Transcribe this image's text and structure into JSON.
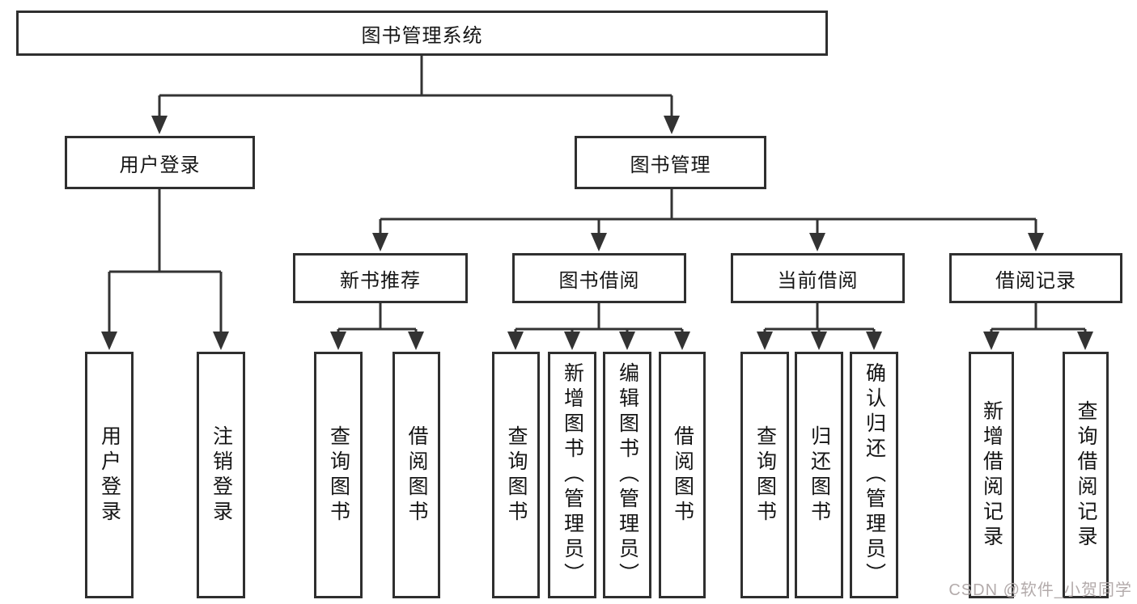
{
  "tree": {
    "root": "图书管理系统",
    "level1": [
      {
        "label": "用户登录",
        "children": [
          "用户登录",
          "注销登录"
        ]
      },
      {
        "label": "图书管理"
      }
    ],
    "level2": [
      {
        "label": "新书推荐",
        "children": [
          "查询图书",
          "借阅图书"
        ]
      },
      {
        "label": "图书借阅",
        "children": [
          "查询图书",
          "新增图书（管理员）",
          "编辑图书（管理员）",
          "借阅图书"
        ]
      },
      {
        "label": "当前借阅",
        "children": [
          "查询图书",
          "归还图书",
          "确认归还（管理员）"
        ]
      },
      {
        "label": "借阅记录",
        "children": [
          "新增借阅记录",
          "查询借阅记录"
        ]
      }
    ]
  },
  "watermark": "CSDN @软件_小贺同学",
  "colors": {
    "line": "#333333",
    "box_border": "#2f2f2f",
    "box_background": "#ffffff",
    "text": "#151515",
    "watermark": "#b3abab"
  }
}
